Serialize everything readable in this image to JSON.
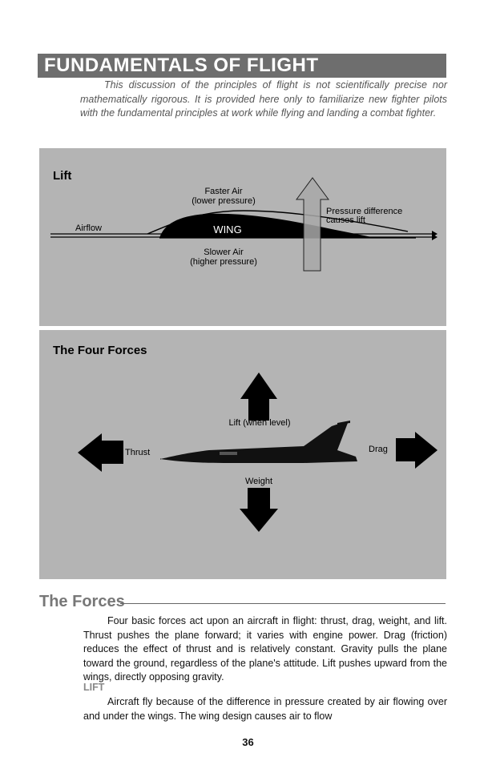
{
  "header": {
    "title": "FUNDAMENTALS OF FLIGHT",
    "intro": "This discussion of the principles of flight is not scientifically precise nor mathematically rigorous. It is provided here only to familiarize new fighter pilots with the fundamental principles at work while flying and landing a combat fighter."
  },
  "lift_diagram": {
    "title": "Lift",
    "faster_air": "Faster Air",
    "lower_pressure": "(lower pressure)",
    "airflow": "Airflow",
    "wing": "WING",
    "slower_air": "Slower Air",
    "higher_pressure": "(higher pressure)",
    "pressure_line1": "Pressure difference",
    "pressure_line2": "causes lift"
  },
  "forces_diagram": {
    "title": "The Four Forces",
    "lift": "Lift (when level)",
    "thrust": "Thrust",
    "drag": "Drag",
    "weight": "Weight"
  },
  "section": {
    "title": "The Forces",
    "para1": "Four basic forces act upon an aircraft in flight: thrust, drag, weight, and lift. Thrust pushes the plane forward; it varies with engine power. Drag (friction) reduces the effect of thrust and is relatively constant. Gravity pulls the plane toward the ground, regardless of the plane's attitude. Lift pushes upward from the wings, directly opposing gravity.",
    "subhead": "LIFT",
    "para2": "Aircraft fly because of the difference in pressure created by air flowing over and under the wings. The wing design causes air to flow"
  },
  "page_number": "36",
  "colors": {
    "banner": "#6e6e6e",
    "panel": "#b4b4b4"
  }
}
